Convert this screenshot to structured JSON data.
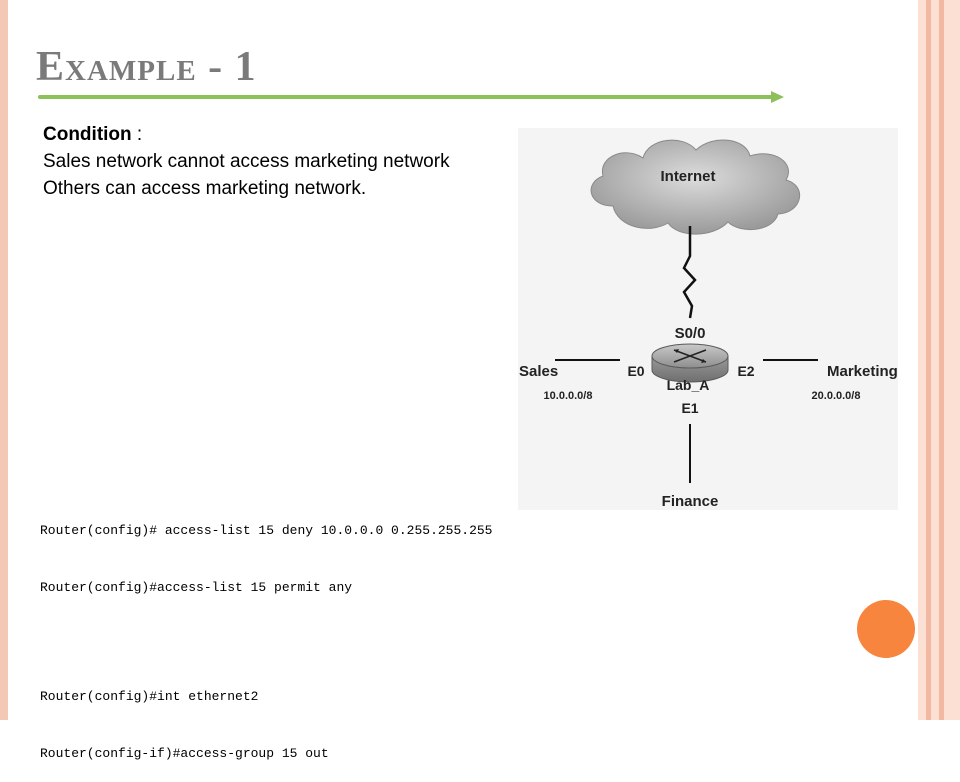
{
  "slide": {
    "title": "Example - 1",
    "condition_label": "Condition",
    "condition_sep": " :",
    "condition_lines": [
      "Sales network cannot access marketing network",
      "Others can access marketing network."
    ]
  },
  "diagram": {
    "cloud_label": "Internet",
    "router_name": "Lab_A",
    "serial_interface": "S0/0",
    "ports": {
      "left": "E0",
      "right": "E2",
      "bottom": "E1"
    },
    "networks": {
      "sales": "Sales",
      "marketing": "Marketing",
      "finance": "Finance"
    },
    "subnets": {
      "sales": "10.0.0.0/8",
      "marketing": "20.0.0.0/8"
    }
  },
  "code": {
    "group1": [
      "Router(config)# access-list 15 deny 10.0.0.0 0.255.255.255",
      "Router(config)#access-list 15 permit any"
    ],
    "group2": [
      "Router(config)#int ethernet2",
      "Router(config-if)#access-group 15 out"
    ]
  },
  "colors": {
    "title": "#7a7a7a",
    "title_rule": "#8cc05a",
    "accent_dot": "#f7853d",
    "border_light": "#fbe0d3",
    "border_dark": "#f2b8a1"
  }
}
